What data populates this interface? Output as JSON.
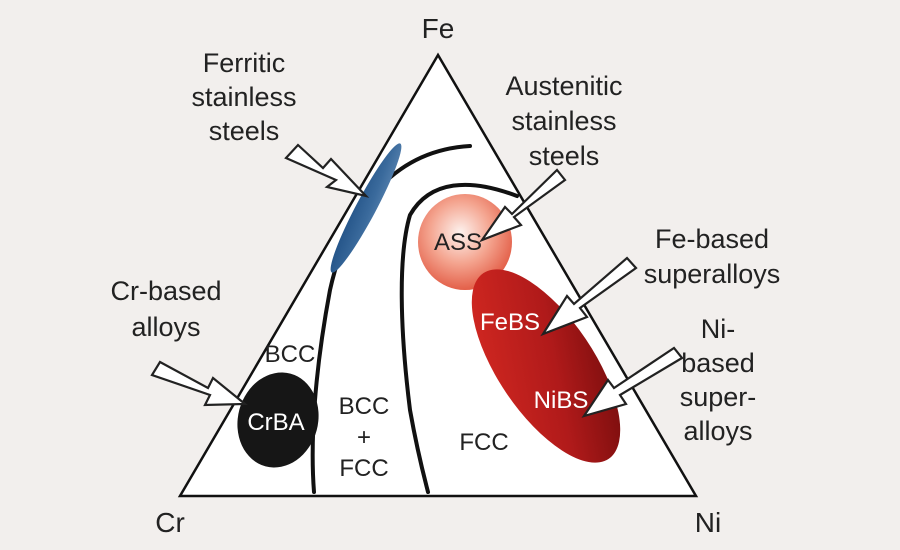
{
  "corners": {
    "top": "Fe",
    "left": "Cr",
    "right": "Ni"
  },
  "phases": {
    "bcc": "BCC",
    "mixed": [
      "BCC",
      "+",
      "FCC"
    ],
    "fcc": "FCC"
  },
  "regions": {
    "crba": "CrBA",
    "ass": "ASS",
    "febs": "FeBS",
    "nibs": "NiBS"
  },
  "callouts": {
    "ferritic": [
      "Ferritic",
      "stainless",
      "steels"
    ],
    "austenitic": [
      "Austenitic",
      "stainless",
      "steels"
    ],
    "cr_based": [
      "Cr-based",
      "alloys"
    ],
    "fe_based": [
      "Fe-based",
      "superalloys"
    ],
    "ni_based": [
      "Ni-",
      "based",
      "super-",
      "alloys"
    ]
  },
  "colors": {
    "background": "#f2efed",
    "ferritic_region": "#2b5a8c",
    "crba_region": "#161616",
    "ass_region": "#e66a55",
    "febs_nibs_region": "#b81c1c"
  }
}
